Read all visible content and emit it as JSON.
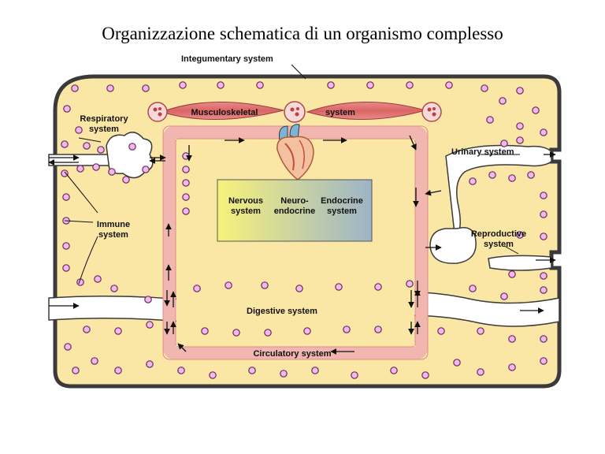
{
  "title": "Organizzazione schematica di un organismo complesso",
  "labels": {
    "integumentary": "Integumentary system",
    "musculo1": "Musculoskeletal",
    "musculo2": "system",
    "respiratory1": "Respiratory",
    "respiratory2": "system",
    "urinary": "Urinary system",
    "immune1": "Immune",
    "immune2": "system",
    "reproductive1": "Reproductive",
    "reproductive2": "system",
    "nervous1": "Nervous",
    "nervous2": "system",
    "neuro1": "Neuro-",
    "neuro2": "endocrine",
    "endocrine1": "Endocrine",
    "endocrine2": "system",
    "digestive": "Digestive system",
    "circulatory": "Circulatory system"
  },
  "colors": {
    "body_fill": "#fbe7a5",
    "outline": "#3a3a3a",
    "vessel": "#f2b6b0",
    "vessel_edge": "#d98c86",
    "muscle": "#e27b7b",
    "cell_fill": "#f2b8e6",
    "cell_stroke": "#6a2a6a",
    "nervous_yellow": "#f8f27a",
    "endocrine_blue": "#9db4c8"
  }
}
